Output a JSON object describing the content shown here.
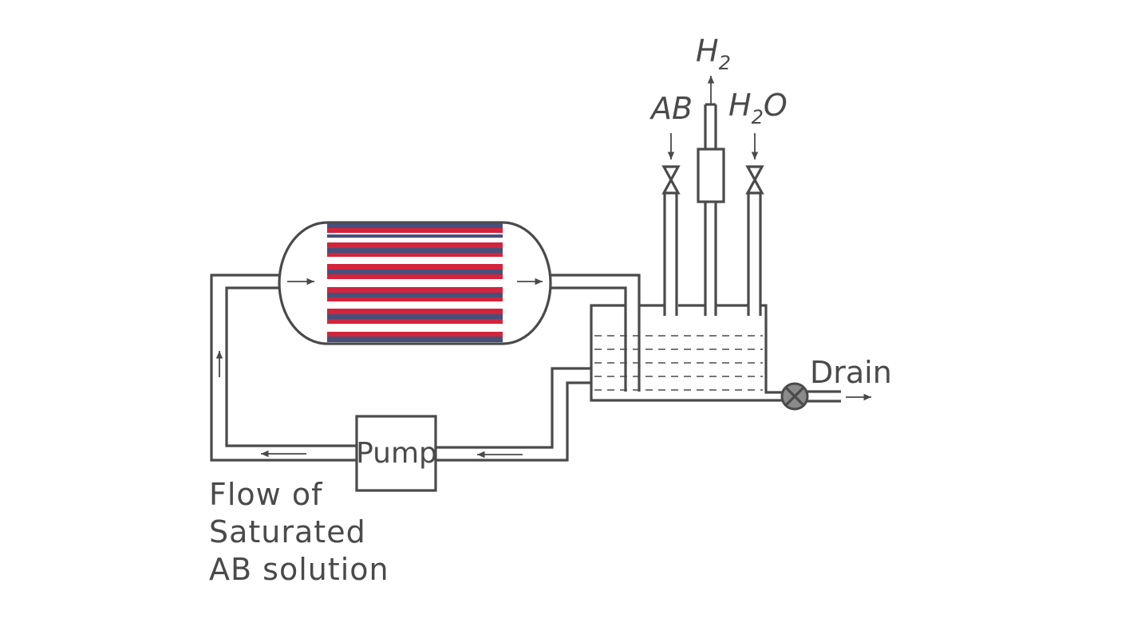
{
  "labels": {
    "h2_main": "H",
    "h2_sub": "2",
    "ab": "AB",
    "h2o_h": "H",
    "h2o_sub": "2",
    "h2o_o": "O",
    "drain": "Drain",
    "pump": "Pump",
    "flow_line1": "Flow of",
    "flow_line2": "Saturated",
    "flow_line3": "AB solution"
  },
  "colors": {
    "line": "#4a4a4a",
    "stripe_red": "#d4243c",
    "stripe_blue": "#46507a",
    "drain_valve_fill": "#8a8a8a"
  }
}
